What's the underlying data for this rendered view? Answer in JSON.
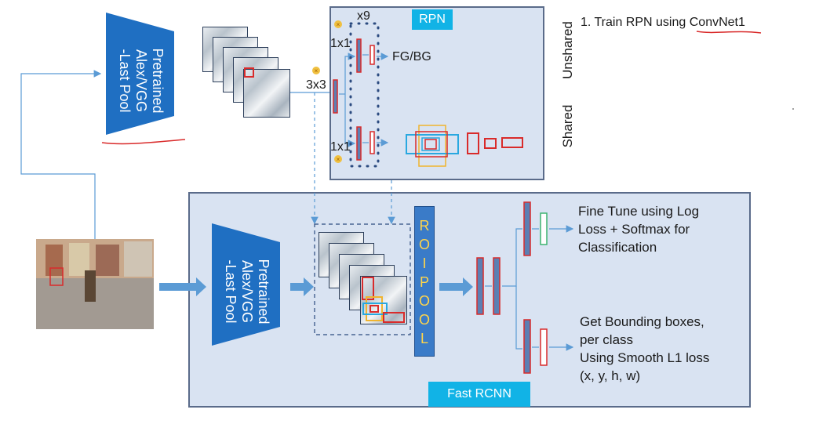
{
  "backbone": {
    "label": "Pretrained\nAlex/VGG\n-Last Pool"
  },
  "rpn": {
    "tag": "RPN",
    "x9": "x9",
    "conv1x1_top": "1x1",
    "conv1x1_bottom": "1x1",
    "conv3x3": "3x3",
    "fgbg": "FG/BG"
  },
  "side_labels": {
    "unshared": "Unshared",
    "shared": "Shared"
  },
  "step_note": {
    "prefix": "1. Train RPN using ",
    "net": "ConvNet1"
  },
  "fast_rcnn": {
    "tag": "Fast RCNN",
    "roi_letters": [
      "R",
      "O",
      "I",
      "P",
      "O",
      "O",
      "L"
    ],
    "cls_text": "Fine Tune using Log\nLoss + Softmax for\nClassification",
    "bbox_text": "Get Bounding boxes,\nper class\nUsing Smooth L1 loss\n(x, y, h, w)"
  },
  "colors": {
    "backbone": "#1f6fc2",
    "panel": "#d9e3f2",
    "tag": "#11b3e6",
    "arrow": "#5b9bd5",
    "red_box": "#d92b2b",
    "bar_fill": "#5b7fb3",
    "yellow_box": "#f0b42e",
    "cyan_box": "#29a8e0",
    "green_box": "#3cb371",
    "roi_text": "#ffd54a"
  }
}
